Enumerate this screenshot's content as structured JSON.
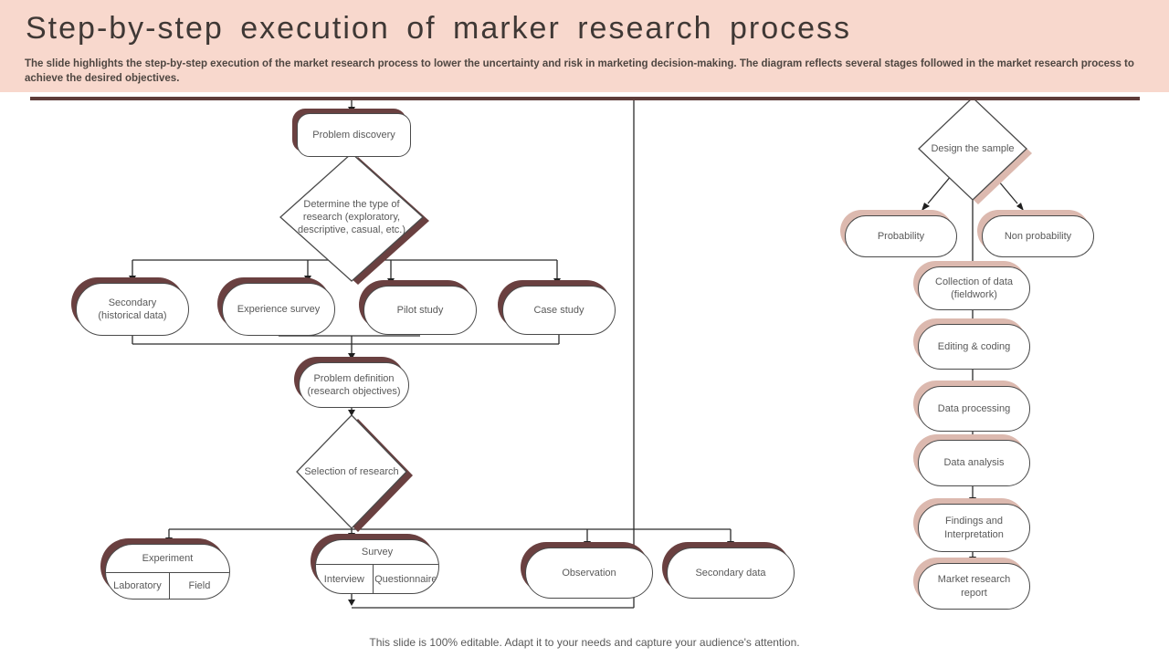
{
  "slide": {
    "title": "Step-by-step execution of marker research process",
    "subtitle": "The slide highlights the step-by-step execution of the market research process to lower the uncertainty and risk in marketing decision-making. The diagram reflects several stages followed in the market research process to achieve the desired objectives.",
    "footer": "This slide is 100% editable. Adapt it to your needs and capture your audience's attention."
  },
  "colors": {
    "header_bg": "#f8d8cd",
    "accent_dark": "#5e3c39",
    "shadow_dark": "#6a4040",
    "shadow_pink": "#dcb9af",
    "node_border": "#4a4a4a",
    "node_text": "#595959",
    "connector": "#2b2b2b"
  },
  "left_flow": {
    "problem_discovery": "Problem discovery",
    "determine_type": "Determine the type of research (exploratory, descriptive, casual, etc.)",
    "methods": [
      "Secondary (historical data)",
      "Experience survey",
      "Pilot study",
      "Case study"
    ],
    "problem_definition": "Problem definition (research objectives)",
    "selection_of_research": "Selection of research",
    "experiment": {
      "label": "Experiment",
      "cells": [
        "Laboratory",
        "Field"
      ]
    },
    "survey": {
      "label": "Survey",
      "cells": [
        "Interview",
        "Questionnaire"
      ]
    },
    "observation": "Observation",
    "secondary_data": "Secondary data"
  },
  "right_flow": {
    "design_the_sample": "Design the sample",
    "branches": [
      "Probability",
      "Non probability"
    ],
    "steps": [
      "Collection of data (fieldwork)",
      "Editing & coding",
      "Data processing",
      "Data analysis",
      "Findings and Interpretation",
      "Market research report"
    ]
  }
}
